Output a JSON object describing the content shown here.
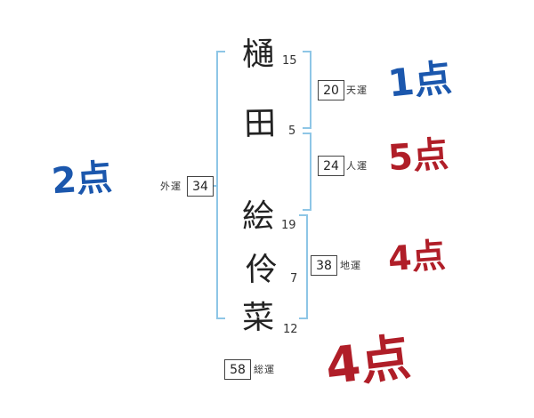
{
  "diagram": {
    "characters": [
      {
        "char": "樋",
        "strokes": "15"
      },
      {
        "char": "田",
        "strokes": "5"
      },
      {
        "char": "絵",
        "strokes": "19"
      },
      {
        "char": "伶",
        "strokes": "7"
      },
      {
        "char": "菜",
        "strokes": "12"
      }
    ],
    "fortunes": {
      "heaven": {
        "label": "天運",
        "value": "20",
        "score": "1点",
        "score_color": "#1b57ad"
      },
      "person": {
        "label": "人運",
        "value": "24",
        "score": "5点",
        "score_color": "#b01e28"
      },
      "earth": {
        "label": "地運",
        "value": "38",
        "score": "4点",
        "score_color": "#b01e28"
      },
      "outer": {
        "label": "外運",
        "value": "34",
        "score": "2点",
        "score_color": "#1b57ad"
      },
      "total": {
        "label": "総運",
        "value": "58",
        "score": "4点",
        "score_color": "#b01e28"
      }
    },
    "colors": {
      "blue_score": "#1b57ad",
      "red_score": "#b01e28",
      "bracket_blue": "#8ec6e6",
      "ink": "#222222"
    }
  }
}
